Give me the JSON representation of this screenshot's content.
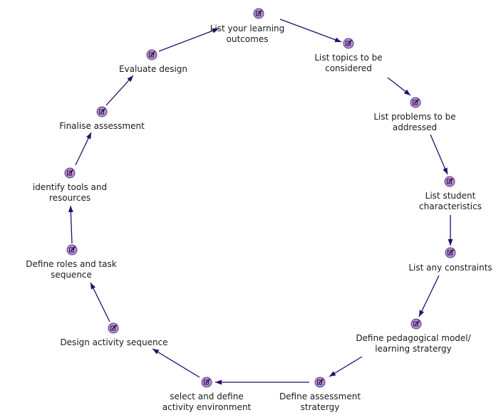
{
  "colors": {
    "arrow": "#2b0a6b",
    "icon_fill": "#b58fcf",
    "icon_stroke": "#5d3a82",
    "icon_glyph": "#2a1245",
    "text": "#1a1a1a"
  },
  "icon_name": "edit-node-icon",
  "nodes": [
    {
      "id": "outcomes",
      "lines": [
        "List your learning",
        "outcomes"
      ]
    },
    {
      "id": "topics",
      "lines": [
        "List topics to be",
        "considered"
      ]
    },
    {
      "id": "problems",
      "lines": [
        "List problems to be",
        "addressed"
      ]
    },
    {
      "id": "students",
      "lines": [
        "List student",
        "characteristics"
      ]
    },
    {
      "id": "constraints",
      "lines": [
        "List any constraints"
      ]
    },
    {
      "id": "pedagogy",
      "lines": [
        "Define pedagogical model/",
        "learning stratergy"
      ]
    },
    {
      "id": "assessment",
      "lines": [
        "Define assessment",
        "stratergy"
      ]
    },
    {
      "id": "environment",
      "lines": [
        "select and define",
        "activity environment"
      ]
    },
    {
      "id": "sequence",
      "lines": [
        "Design activity sequence"
      ]
    },
    {
      "id": "roles",
      "lines": [
        "Define roles and task",
        "sequence"
      ]
    },
    {
      "id": "tools",
      "lines": [
        "identify tools and",
        "resources"
      ]
    },
    {
      "id": "finalise",
      "lines": [
        "Finalise assessment"
      ]
    },
    {
      "id": "evaluate",
      "lines": [
        "Evaluate design"
      ]
    }
  ],
  "edges": [
    [
      "outcomes",
      "topics"
    ],
    [
      "topics",
      "problems"
    ],
    [
      "problems",
      "students"
    ],
    [
      "students",
      "constraints"
    ],
    [
      "constraints",
      "pedagogy"
    ],
    [
      "pedagogy",
      "assessment"
    ],
    [
      "assessment",
      "environment"
    ],
    [
      "environment",
      "sequence"
    ],
    [
      "sequence",
      "roles"
    ],
    [
      "roles",
      "tools"
    ],
    [
      "tools",
      "finalise"
    ],
    [
      "finalise",
      "evaluate"
    ],
    [
      "evaluate",
      "outcomes"
    ]
  ]
}
